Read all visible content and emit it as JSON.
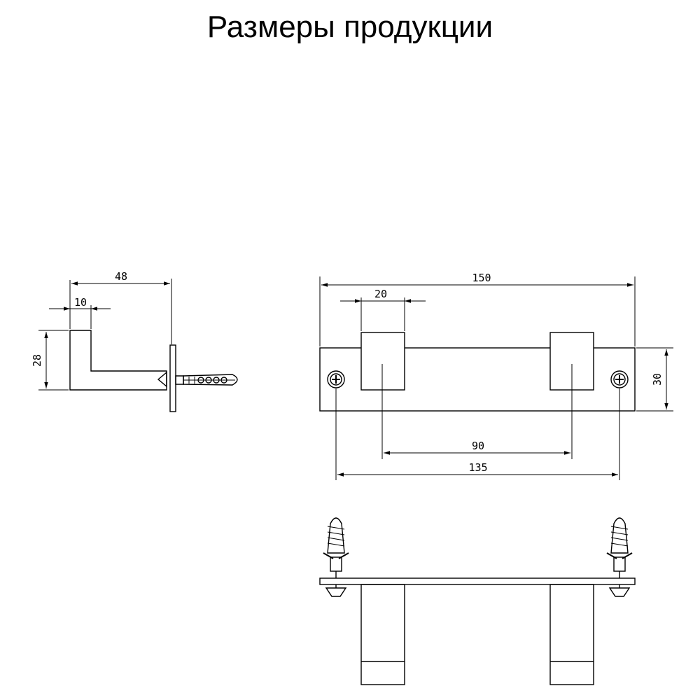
{
  "title": "Размеры продукции",
  "dimensions": {
    "side_width": "48",
    "side_flange": "10",
    "side_height": "28",
    "front_length": "150",
    "front_hook_width": "20",
    "front_height": "30",
    "front_hook_spacing": "90",
    "front_hole_spacing": "135"
  },
  "colors": {
    "line": "#000000",
    "background": "#ffffff"
  }
}
